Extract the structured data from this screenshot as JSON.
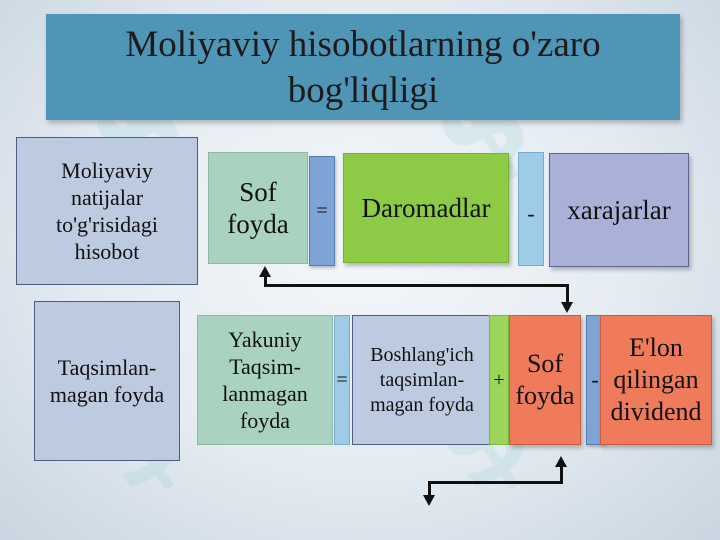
{
  "slide": {
    "title": "Moliyaviy hisobotlarning o'zaro bog'liqligi"
  },
  "row1": {
    "report_label": "Moliyaviy natijalar to'g'risidagi hisobot",
    "net_profit": "Sof foyda",
    "op_equals": "=",
    "revenues": "Daromadlar",
    "op_minus": "-",
    "expenses": "xarajarlar"
  },
  "row2": {
    "report_label": "Taqsimlan-magan foyda",
    "ending_retained": "Yakuniy Taqsim-lanmagan foyda",
    "op_equals": "=",
    "beginning_retained": "Boshlang'ich taqsimlan-magan foyda",
    "op_plus": "+",
    "net_profit": "Sof foyda",
    "op_minus": "-",
    "dividends": "E'lon qilingan dividend"
  },
  "colors": {
    "title_bar": "#4f95b6",
    "green": "#8dcb47",
    "salmon": "#ef7b5b",
    "mint": "#a9d3c0",
    "periwinkle": "#a9b1d8"
  }
}
